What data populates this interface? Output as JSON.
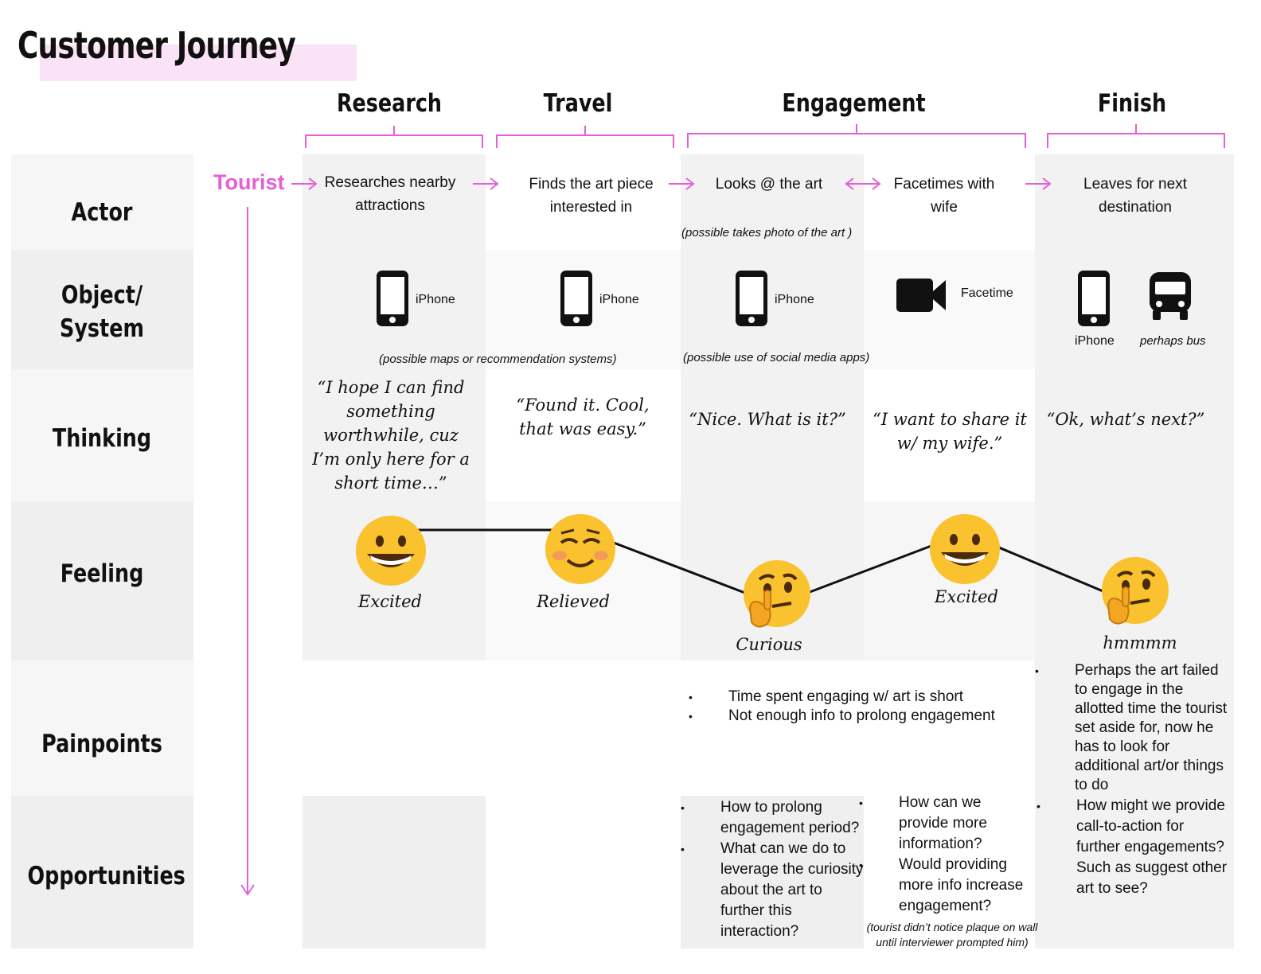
{
  "title": "Customer Journey",
  "colors": {
    "accent": "#e55fd6",
    "highlight": "#fbe3f7",
    "row_gray": "#f2f2f2",
    "cell_gray": "#ebebeb"
  },
  "stages": [
    "Research",
    "Travel",
    "Engagement",
    "Finish"
  ],
  "rows": [
    "Actor",
    "Object/\nSystem",
    "Thinking",
    "Feeling",
    "Painpoints",
    "Opportunities"
  ],
  "actor": {
    "persona": "Tourist",
    "steps": [
      "Researches nearby attractions",
      "Finds the art piece interested in",
      "Looks @ the art",
      "Facetimes with wife",
      "Leaves for next destination"
    ],
    "note": "(possible takes photo of the art )"
  },
  "objects": {
    "iphone_label": "iPhone",
    "facetime_label": "Facetime",
    "bus_label": "perhaps bus",
    "icons": [
      "phone-icon",
      "video-camera-icon",
      "bus-icon"
    ],
    "note_research": "(possible maps or recommendation systems)",
    "note_engagement": "(possible use of social media apps)"
  },
  "thinking": [
    "“I hope I can find something worthwhile, cuz I’m only here for a short time…”",
    "“Found it. Cool, that was easy.”",
    "“Nice. What is it?”",
    "“I want to share it w/ my wife.”",
    "“Ok, what’s next?”"
  ],
  "feeling": {
    "labels": [
      "Excited",
      "Relieved",
      "Curious",
      "Excited",
      "hmmmm"
    ],
    "emojis": [
      "grinning-face",
      "smiling-face",
      "thinking-face",
      "grinning-face",
      "thinking-face"
    ]
  },
  "painpoints": {
    "engagement": [
      "Time spent engaging w/ art is short",
      "Not enough info to prolong engagement"
    ],
    "finish": "Perhaps the art failed to engage in the allotted time the tourist set aside for, now he has to look for additional art/or things to do"
  },
  "opportunities": {
    "look": [
      "How to prolong engagement period?",
      "What can we do to leverage the curiosity about the art to further this interaction?"
    ],
    "facetime": [
      "How can we provide more information?",
      "Would providing more info increase engagement?"
    ],
    "facetime_note": "(tourist didn’t notice plaque on wall until interviewer prompted him)",
    "finish": [
      "How might we provide call-to-action for further engagements? Such as suggest other art to see?"
    ]
  }
}
